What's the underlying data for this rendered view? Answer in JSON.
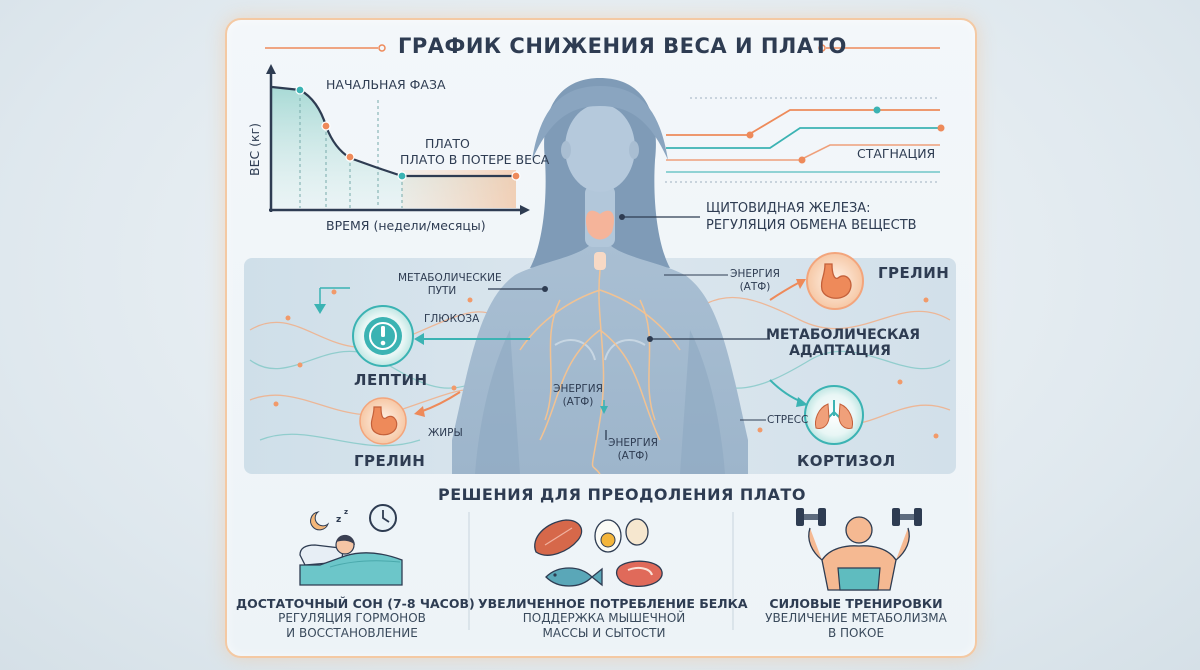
{
  "title": "ГРАФИК СНИЖЕНИЯ ВЕСА И ПЛАТО",
  "graph": {
    "ylabel": "ВЕС (кг)",
    "xlabel": "ВРЕМЯ (недели/месяцы)",
    "phase_initial": "НАЧАЛЬНАЯ ФАЗА",
    "plateau": "ПЛАТО",
    "plateau_loss": "ПЛАТО В ПОТЕРЕ ВЕСА",
    "stagnation": "СТАГНАЦИЯ"
  },
  "thyroid": {
    "line1": "ЩИТОВИДНАЯ ЖЕЛЕЗА:",
    "line2": "РЕГУЛЯЦИЯ ОБМЕНА ВЕЩЕСТВ"
  },
  "metabolism": {
    "pathways_1": "МЕТАБОЛИЧЕСКИЕ",
    "pathways_2": "ПУТИ",
    "glucose": "ГЛЮКОЗА",
    "leptin": "ЛЕПТИН",
    "ghrelin_left": "ГРЕЛИН",
    "fats": "ЖИРЫ",
    "energy_center_1": "ЭНЕРГИЯ",
    "energy_center_2": "(АТФ)",
    "energy_bottom_1": "ЭНЕРГИЯ",
    "energy_bottom_2": "(АТФ)",
    "energy_right_1": "ЭНЕРГИЯ",
    "energy_right_2": "(АТФ)",
    "ghrelin_right": "ГРЕЛИН",
    "adaptation_1": "МЕТАБОЛИЧЕСКАЯ",
    "adaptation_2": "АДАПТАЦИЯ",
    "stress": "СТРЕСС",
    "cortisol": "КОРТИЗОЛ"
  },
  "solutions": {
    "heading": "РЕШЕНИЯ ДЛЯ ПРЕОДОЛЕНИЯ ПЛАТО",
    "items": [
      {
        "title": "ДОСТАТОЧНЫЙ СОН (7-8 ЧАСОВ)",
        "desc1": "РЕГУЛЯЦИЯ ГОРМОНОВ",
        "desc2": "И ВОССТАНОВЛЕНИЕ"
      },
      {
        "title": "УВЕЛИЧЕННОЕ ПОТРЕБЛЕНИЕ БЕЛКА",
        "desc1": "ПОДДЕРЖКА МЫШЕЧНОЙ",
        "desc2": "МАССЫ И СЫТОСТИ"
      },
      {
        "title": "СИЛОВЫЕ ТРЕНИРОВКИ",
        "desc1": "УВЕЛИЧЕНИЕ МЕТАБОЛИЗМА",
        "desc2": "В ПОКОЕ"
      }
    ]
  },
  "colors": {
    "teal": "#3bb3b3",
    "orange": "#ee8a5a",
    "navy": "#2e3c52",
    "body": "#9fb6cc"
  },
  "icons": {
    "leptin": "alert-icon",
    "ghrelin": "stomach-icon",
    "cortisol": "lungs-icon",
    "sleep": "sleeping-person-icon",
    "protein": "protein-foods-icon",
    "training": "dumbbell-icon"
  }
}
